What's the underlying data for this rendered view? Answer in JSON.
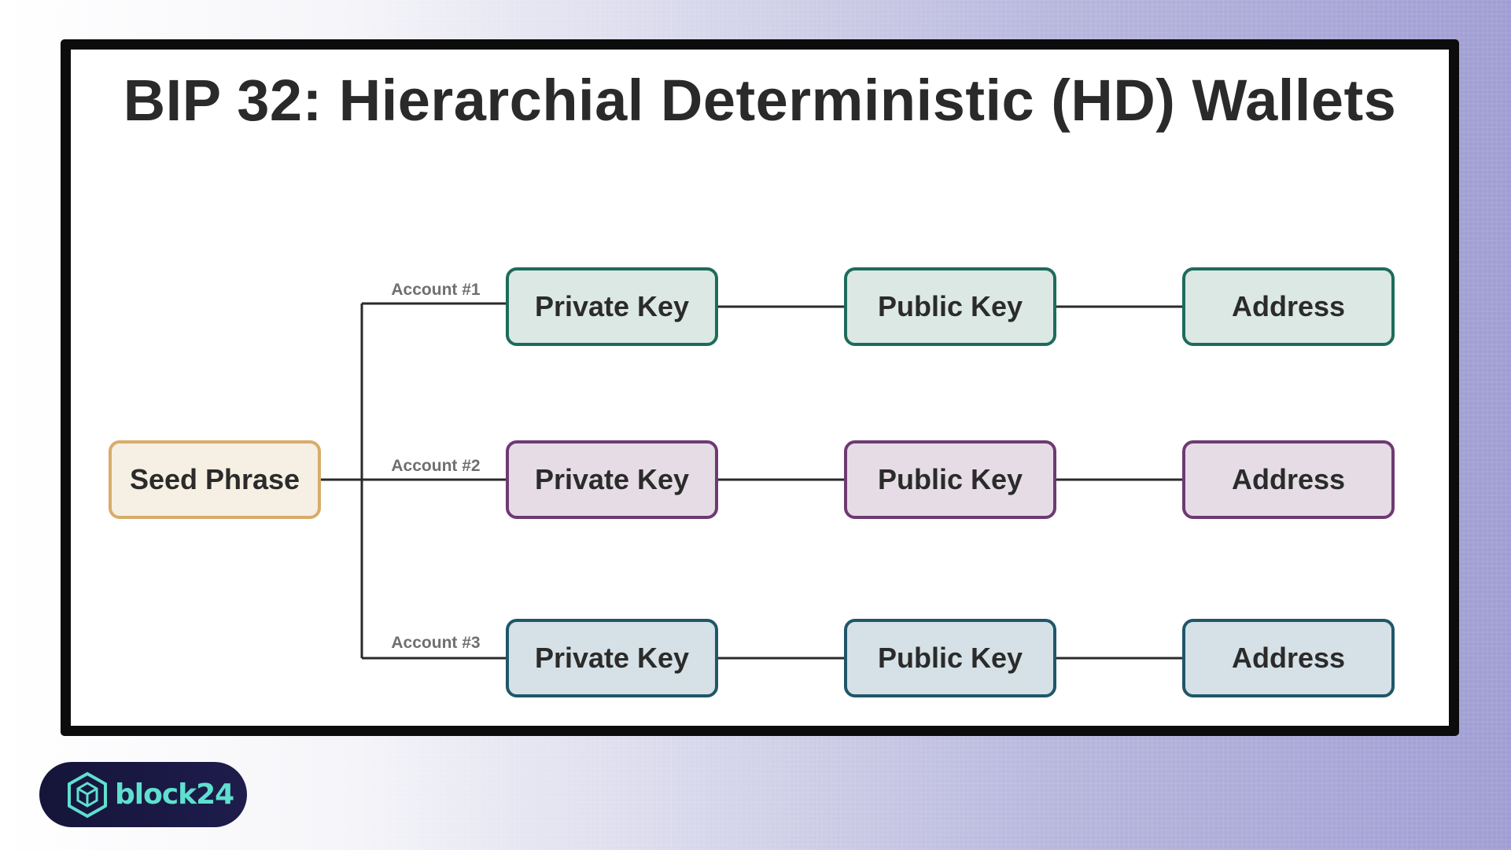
{
  "title": "BIP 32: Hierarchial Deterministic (HD) Wallets",
  "root": {
    "label": "Seed Phrase"
  },
  "accounts": [
    {
      "label": "Account #1",
      "private_key": "Private Key",
      "public_key": "Public Key",
      "address": "Address",
      "fill": "#dce8e4",
      "border": "#1e6b5c"
    },
    {
      "label": "Account #2",
      "private_key": "Private Key",
      "public_key": "Public Key",
      "address": "Address",
      "fill": "#e6dce6",
      "border": "#6e3a72"
    },
    {
      "label": "Account #3",
      "private_key": "Private Key",
      "public_key": "Public Key",
      "address": "Address",
      "fill": "#d5e1e6",
      "border": "#1f566a"
    }
  ],
  "root_colors": {
    "fill": "#f6efe3",
    "border": "#d7ac6a"
  },
  "brand": {
    "name": "block24",
    "icon": "cube-hexagon-icon",
    "accent": "#5fe0cf"
  }
}
